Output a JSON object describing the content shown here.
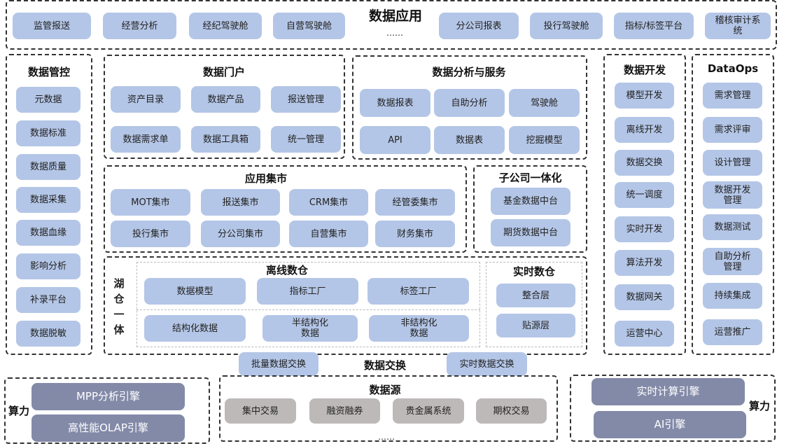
{
  "top": {
    "title": "数据应用",
    "items": [
      "监管报送",
      "经营分析",
      "经纪驾驶舱",
      "自营驾驶舱",
      "分公司报表",
      "投行驾驶舱",
      "指标/标签平台",
      "稽核审计系\n统"
    ],
    "ellipsis": "……"
  },
  "governance": {
    "title": "数据管控",
    "items": [
      "元数据",
      "数据标准",
      "数据质量",
      "数据采集",
      "数据血缘",
      "影响分析",
      "补录平台",
      "数据脱敏"
    ]
  },
  "portal": {
    "title": "数据门户",
    "items": [
      "资产目录",
      "数据产品",
      "报送管理",
      "数据需求单",
      "数据工具箱",
      "统一管理"
    ]
  },
  "analysis": {
    "title": "数据分析与服务",
    "items": [
      "数据报表",
      "自助分析",
      "驾驶舱",
      "API",
      "数据表",
      "挖掘模型"
    ]
  },
  "appmarket": {
    "title": "应用集市",
    "items": [
      "MOT集市",
      "报送集市",
      "CRM集市",
      "经管委集市",
      "投行集市",
      "分公司集市",
      "自营集市",
      "财务集市"
    ]
  },
  "subsidiary": {
    "title": "子公司一体化",
    "items": [
      "基金数据中台",
      "期货数据中台"
    ]
  },
  "lakehouse": {
    "label": [
      "湖",
      "仓",
      "一",
      "体"
    ],
    "offline_title": "离线数仓",
    "offline_items": [
      "数据模型",
      "指标工厂",
      "标签工厂",
      "结构化数据",
      "半结构化\n数据",
      "非结构化\n数据"
    ],
    "realtime_title": "实时数仓",
    "realtime_items": [
      "整合层",
      "贴源层"
    ]
  },
  "dev": {
    "title": "数据开发",
    "items": [
      "模型开发",
      "离线开发",
      "数据交换",
      "统一调度",
      "实时开发",
      "算法开发",
      "数据网关",
      "运营中心"
    ]
  },
  "dataops": {
    "title": "DataOps",
    "items": [
      "需求管理",
      "需求评审",
      "设计管理",
      "数据开发\n管理",
      "数据测试",
      "自助分析\n管理",
      "持续集成",
      "运营推广"
    ]
  },
  "exchange": {
    "title": "数据交换",
    "items": [
      "批量数据交换",
      "实时数据交换"
    ]
  },
  "source": {
    "title": "数据源",
    "items": [
      "集中交易",
      "融资融券",
      "贵金属系统",
      "期权交易"
    ],
    "ellipsis": "……"
  },
  "compute_left": {
    "title": "算力",
    "items": [
      "MPP分析引擎",
      "高性能OLAP引擎"
    ]
  },
  "compute_right": {
    "title": "算力",
    "items": [
      "实时计算引擎",
      "AI引擎"
    ]
  }
}
